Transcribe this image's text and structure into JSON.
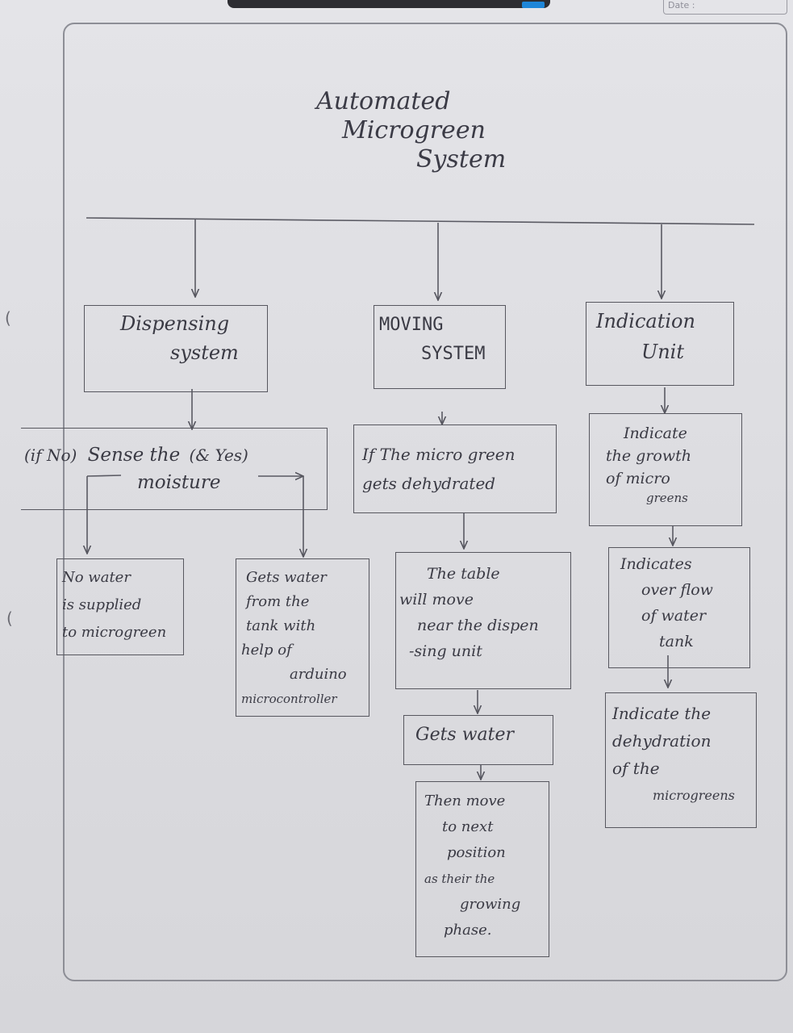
{
  "header": {
    "date_label": "Date :"
  },
  "diagram": {
    "title": [
      "Automated",
      "Microgreen",
      "System"
    ],
    "dispensing": {
      "title": [
        "Dispensing",
        "system"
      ],
      "sense": {
        "left_note": "(if No)",
        "text": "Sense the",
        "right_note": "(& Yes)",
        "line2": "moisture"
      },
      "no_water": [
        "No water",
        "is supplied",
        "to microgreen"
      ],
      "gets_water": [
        "Gets water",
        "from the",
        "tank with",
        "help of",
        "arduino",
        "microcontroller"
      ]
    },
    "moving": {
      "title": [
        "MOVING",
        "SYSTEM"
      ],
      "step1": [
        "If The micro green",
        "gets dehydrated"
      ],
      "step2": [
        "The table",
        "will move",
        "near the dispen",
        "-sing unit"
      ],
      "step3": [
        "Gets water"
      ],
      "step4": [
        "Then move",
        "to next",
        "position",
        "as their the",
        "growing",
        "phase."
      ]
    },
    "indication": {
      "title": [
        "Indication",
        "Unit"
      ],
      "step1": [
        "Indicate",
        "the growth",
        "of micro",
        "greens"
      ],
      "step2": [
        "Indicates",
        "over flow",
        "of water",
        "tank"
      ],
      "step3": [
        "Indicate the",
        "dehydration",
        "of the",
        "microgreens"
      ]
    }
  }
}
